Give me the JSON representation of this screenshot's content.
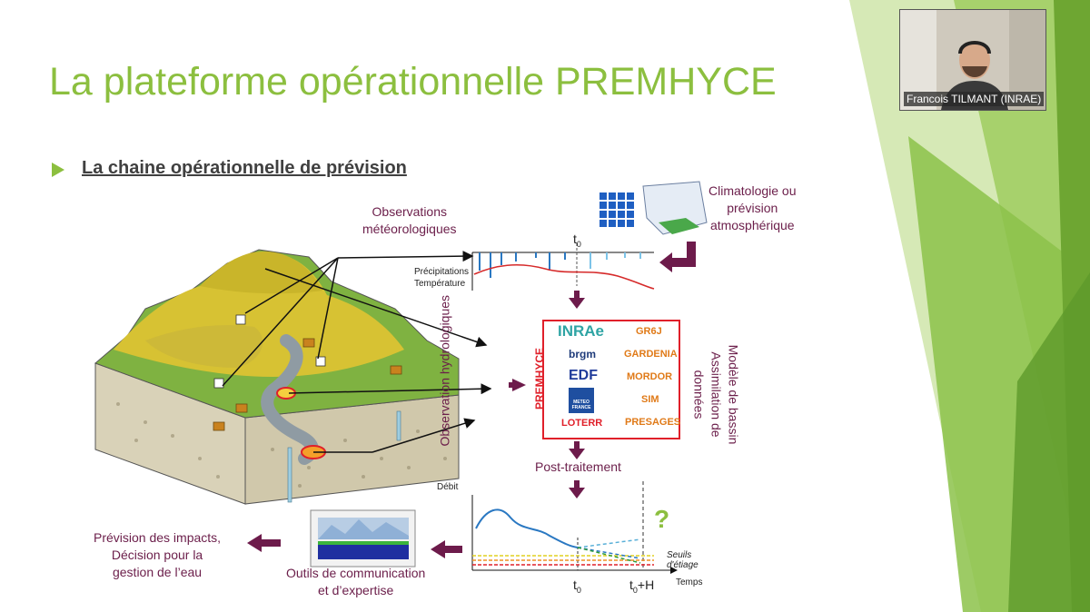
{
  "slide": {
    "title": "La plateforme opérationnelle PREMHYCE",
    "bullet": "La chaine opérationnelle de prévision"
  },
  "diagram": {
    "obs_meteo": [
      "Observations",
      "météorologiques"
    ],
    "climato": [
      "Climatologie ou",
      "prévision",
      "atmosphérique"
    ],
    "precip_label": "Précipitations",
    "temp_label": "Température",
    "t0": "t",
    "t0_sub": "0",
    "obs_hydro": "Observation hydrologiques",
    "premhyce": "PREMHYCE",
    "orgs": [
      "INRAe",
      "brgm",
      "EDF",
      "METEO FRANCE",
      "LOTERR"
    ],
    "models": [
      "GR6J",
      "GARDENIA",
      "MORDOR",
      "SIM",
      "PRESAGES"
    ],
    "model_side": [
      "Modèle de bassin",
      "Assimilation de",
      "données"
    ],
    "post_traitement": "Post-traitement",
    "debit": "Débit",
    "question": "?",
    "seuils": [
      "Seuils",
      "d'étiage"
    ],
    "temps": "Temps",
    "t0H": "t",
    "t0H_suffix": "+H",
    "outils": [
      "Outils de communication",
      "et d’expertise"
    ],
    "prevision": [
      "Prévision des impacts,",
      "Décision pour la",
      "gestion de l’eau"
    ]
  },
  "video": {
    "participant": "Francois TILMANT (INRAE)"
  },
  "colors": {
    "title_green": "#8cbf3f",
    "label_purple": "#6b1e4a",
    "arrow_purple": "#6d1b4b",
    "model_orange": "#e07a18",
    "premhyce_red": "#e0202a",
    "hydro_blue": "#2a78c2"
  }
}
